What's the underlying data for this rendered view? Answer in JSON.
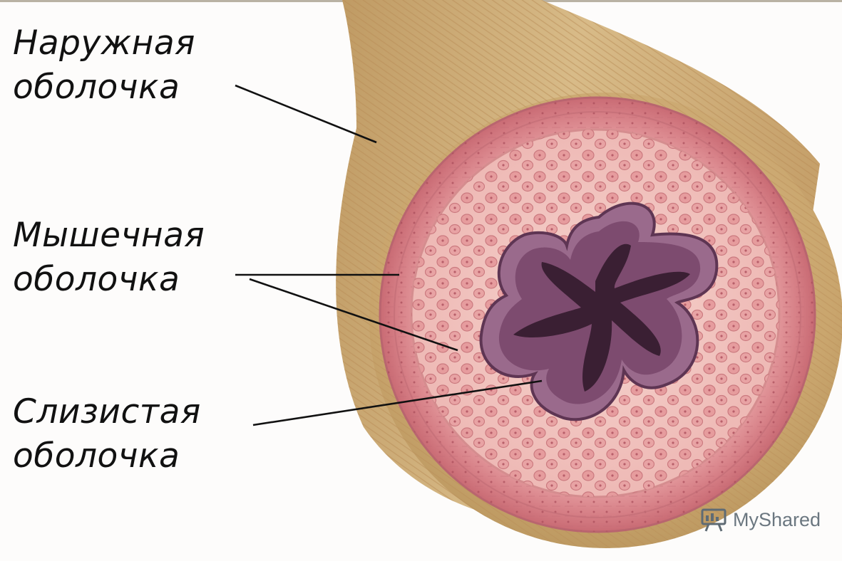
{
  "labels": {
    "outer": {
      "line1": "Наружная",
      "line2": "оболочка"
    },
    "muscle": {
      "line1": "Мышечная",
      "line2": "оболочка"
    },
    "mucosa": {
      "line1": "Слизистая",
      "line2": "оболочка"
    }
  },
  "watermark": {
    "text": "MyShared",
    "icon": "presentation-board-icon"
  },
  "colors": {
    "outer_sheath": "#c9a772",
    "muscle_layer": "#d98a8f",
    "submucosa": "#f1c9c4",
    "mucosa": "#7a4a6e",
    "lumen": "#3a1f33",
    "pointer_line": "#111111"
  }
}
